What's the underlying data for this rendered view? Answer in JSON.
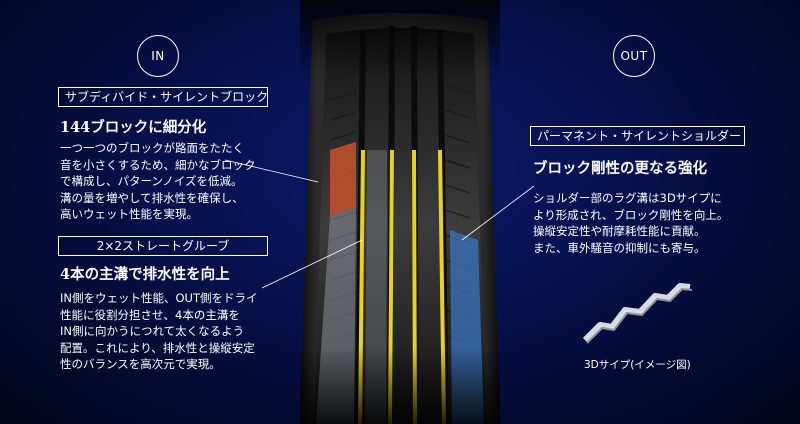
{
  "side_labels": {
    "in": "IN",
    "out": "OUT"
  },
  "left_top": {
    "box_label": "サブディバイド・サイレントブロック",
    "heading": "144ブロックに細分化",
    "body": "一つ一つのブロックが路面をたたく\n音を小さくするため、細かなブロック\nで構成し、パターンノイズを低減。\n溝の量を増やして排水性を確保し、\n高いウェット性能を実現。"
  },
  "left_bottom": {
    "box_label": "2×2ストレートグルーブ",
    "heading": "4本の主溝で排水性を向上",
    "body": "IN側をウェット性能、OUT側をドライ\n性能に役割分担させ、4本の主溝を\nIN側に向かうにつれて太くなるよう\n配置。これにより、排水性と操縦安定\n性のバランスを高次元で実現。"
  },
  "right": {
    "box_label": "パーマネント・サイレントショルダー",
    "heading": "ブロック剛性の更なる強化",
    "body": "ショルダー部のラグ溝は3Dサイプに\nより形成され、ブロック剛性を向上。\n操縦安定性や耐摩耗性能に貢献。\nまた、車外騒音の抑制にも寄与。",
    "caption": "3Dサイプ(イメージ図)"
  },
  "colors": {
    "highlight_orange": "#c4532c",
    "highlight_yellow": "#e8d21a",
    "highlight_blue": "#3a6fb8"
  }
}
